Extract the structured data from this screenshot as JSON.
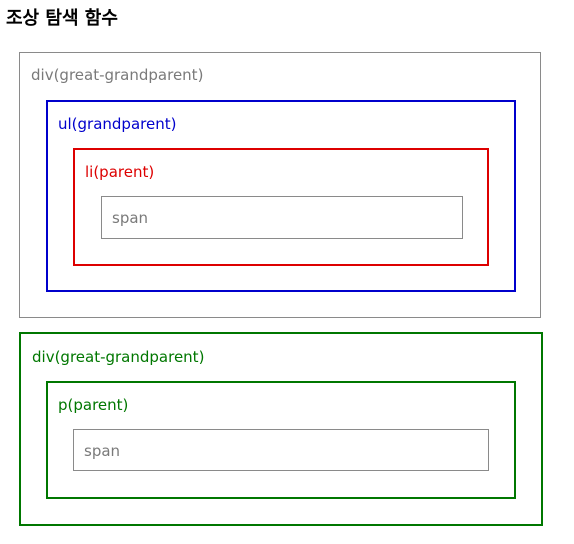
{
  "page": {
    "title": "조상 탐색 함수"
  },
  "tree1": {
    "great_grandparent": "div(great-grandparent)",
    "grandparent": "ul(grandparent)",
    "parent": "li(parent)",
    "child": "span"
  },
  "tree2": {
    "great_grandparent": "div(great-grandparent)",
    "parent": "p(parent)",
    "child": "span"
  },
  "colors": {
    "gray": "#8a8a8a",
    "blue": "#0000cc",
    "red": "#dd0000",
    "green": "#007700"
  }
}
